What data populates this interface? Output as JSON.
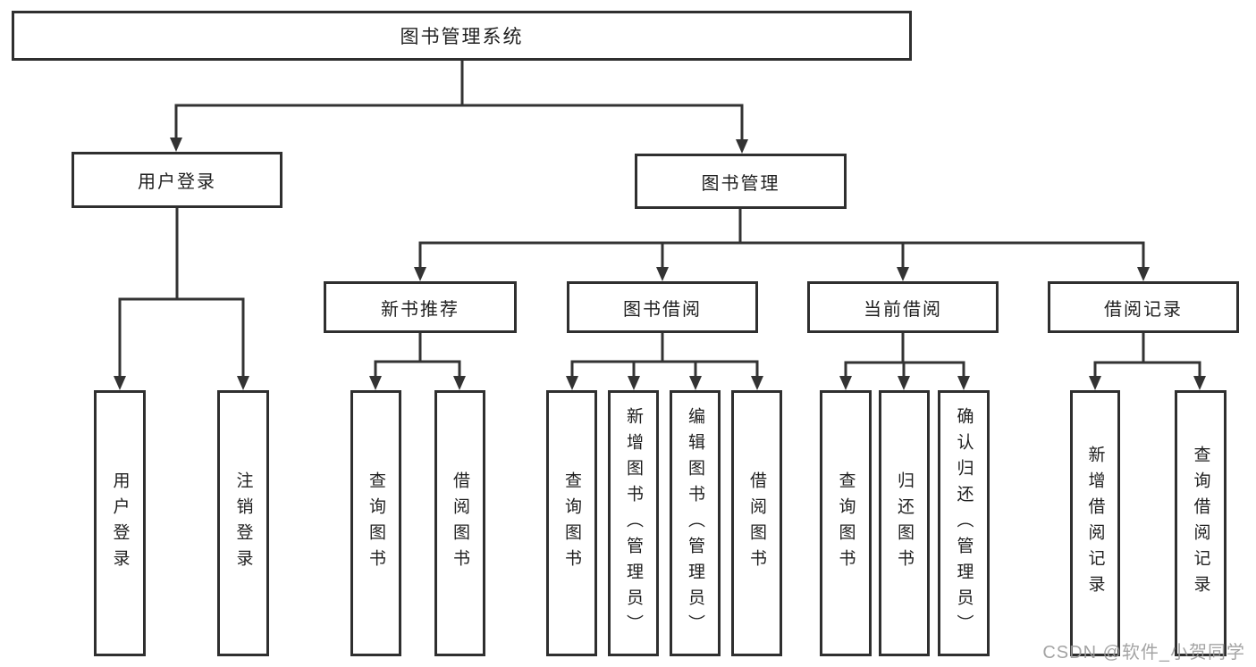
{
  "tree": {
    "root_label": "图书管理系统",
    "branches": [
      {
        "label": "用户登录",
        "children": [
          {
            "label": "用户登录"
          },
          {
            "label": "注销登录"
          }
        ]
      },
      {
        "label": "图书管理",
        "sections": [
          {
            "label": "新书推荐",
            "children": [
              {
                "label": "查询图书"
              },
              {
                "label": "借阅图书"
              }
            ]
          },
          {
            "label": "图书借阅",
            "children": [
              {
                "label": "查询图书"
              },
              {
                "label": "新增图书（管理员）"
              },
              {
                "label": "编辑图书（管理员）"
              },
              {
                "label": "借阅图书"
              }
            ]
          },
          {
            "label": "当前借阅",
            "children": [
              {
                "label": "查询图书"
              },
              {
                "label": "归还图书"
              },
              {
                "label": "确认归还（管理员）"
              }
            ]
          },
          {
            "label": "借阅记录",
            "children": [
              {
                "label": "新增借阅记录"
              },
              {
                "label": "查询借阅记录"
              }
            ]
          }
        ]
      }
    ]
  },
  "watermark": "CSDN @软件_小贺同学",
  "icons": {
    "arrow": "arrow-down-icon"
  },
  "colors": {
    "line": "#333333",
    "box_border": "#2f2f2f",
    "text": "#1f1f1f",
    "watermark": "#9b9b9b",
    "background": "#ffffff"
  }
}
